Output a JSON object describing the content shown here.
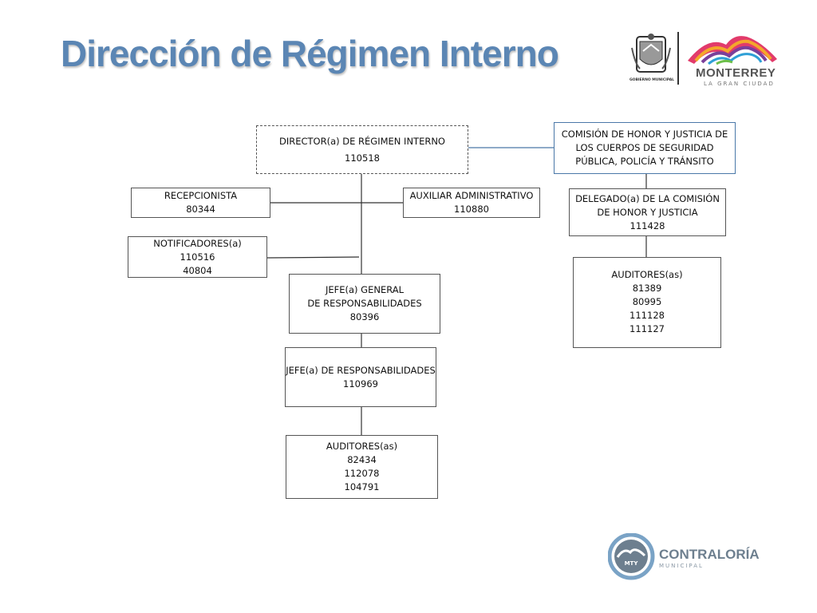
{
  "header": {
    "title": "Dirección de Régimen Interno",
    "seal_caption": "GOBIERNO MUNICIPAL",
    "brand_name": "MONTERREY",
    "brand_tagline": "LA GRAN CIUDAD"
  },
  "org": {
    "director": {
      "title": "DIRECTOR(a) DE RÉGIMEN INTERNO",
      "numbers": [
        "110518"
      ]
    },
    "recepcionista": {
      "title": "RECEPCIONISTA",
      "numbers": [
        "80344"
      ]
    },
    "auxiliar": {
      "title": "AUXILIAR ADMINISTRATIVO",
      "numbers": [
        "110880"
      ]
    },
    "notificadores": {
      "title": "NOTIFICADORES(a)",
      "numbers": [
        "110516",
        "40804"
      ]
    },
    "jefe_general": {
      "title_lines": [
        "JEFE(a) GENERAL",
        "DE RESPONSABILIDADES"
      ],
      "numbers": [
        "80396"
      ]
    },
    "jefe": {
      "title": "JEFE(a) DE RESPONSABILIDADES",
      "numbers": [
        "110969"
      ]
    },
    "auditores_left": {
      "title": "AUDITORES(as)",
      "numbers": [
        "82434",
        "112078",
        "104791"
      ]
    },
    "comision": {
      "title_lines": [
        "COMISIÓN DE HONOR Y JUSTICIA DE",
        "LOS CUERPOS DE SEGURIDAD",
        "PÚBLICA, POLICÍA Y TRÁNSITO"
      ]
    },
    "delegado": {
      "title_lines": [
        "DELEGADO(a) DE LA COMISIÓN",
        "DE HONOR Y JUSTICIA"
      ],
      "numbers": [
        "111428"
      ]
    },
    "auditores_right": {
      "title": "AUDITORES(as)",
      "numbers": [
        "81389",
        "80995",
        "111128",
        "111127"
      ]
    }
  },
  "footer": {
    "badge_text": "MTY",
    "brand_name": "CONTRALORÍA",
    "brand_sub": "MUNICIPAL"
  },
  "colors": {
    "title": "#5b86b4",
    "link_blue": "#4a78a8",
    "contraloria": "#6d7f8f",
    "badge_ring": "#7aa3c6"
  }
}
